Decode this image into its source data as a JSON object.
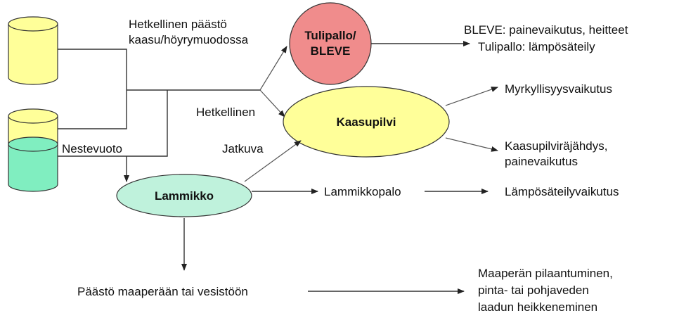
{
  "nodes": {
    "fireball": {
      "line1": "Tulipallo/",
      "line2": "BLEVE",
      "color": "#f08c8c"
    },
    "gas_cloud": {
      "label": "Kaasupilvi",
      "color": "#ffff99"
    },
    "pool": {
      "label": "Lammikko",
      "color": "#bff2dc"
    }
  },
  "tanks": {
    "gas_tank_color": "#ffff99",
    "liquid_color": "#80eec0"
  },
  "labels": {
    "instant_release_gas_line1": "Hetkellinen päästö",
    "instant_release_gas_line2": "kaasu/höyrymuodossa",
    "instant": "Hetkellinen",
    "liquid_leak": "Nestevuoto",
    "continuous": "Jatkuva",
    "pool_fire": "Lammikkopalo",
    "soil_release": "Päästö maaperään tai vesistöön"
  },
  "effects": {
    "bleve": "BLEVE: painevaikutus, heitteet",
    "fireball_heat": "Tulipallo: lämpösäteily",
    "toxicity": "Myrkyllisyysvaikutus",
    "explosion_line1": "Kaasupilviräjähdys,",
    "explosion_line2": "painevaikutus",
    "heat_radiation": "Lämpösäteilyvaikutus",
    "soil_line1": "Maaperän pilaantuminen,",
    "soil_line2": "pinta- tai pohjaveden",
    "soil_line3": "laadun heikkeneminen"
  }
}
